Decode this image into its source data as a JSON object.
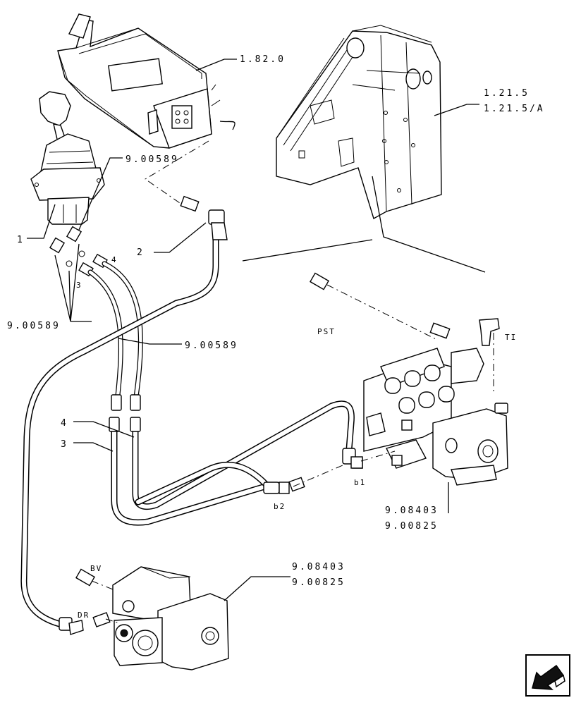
{
  "labels": {
    "ref_1_82_0": "1.82.0",
    "ref_1_21_5": "1.21.5",
    "ref_1_21_5a": "1.21.5/A",
    "ref_9_00589_top": "9.00589",
    "ref_9_00589_left": "9.00589",
    "ref_9_00589_mid": "9.00589",
    "item_1": "1",
    "item_2": "2",
    "item_3_small": "3",
    "item_4_small": "4",
    "item_3": "3",
    "item_4": "4",
    "port_pst": "PST",
    "port_ti": "TI",
    "port_b1": "b1",
    "port_b2": "b2",
    "port_bv": "BV",
    "port_dr": "DR",
    "ref_9_08403_a": "9.08403",
    "ref_9_00825_a": "9.00825",
    "ref_9_08403_b": "9.08403",
    "ref_9_00825_b": "9.00825"
  },
  "icons": {
    "nav": "arrow-icon"
  }
}
